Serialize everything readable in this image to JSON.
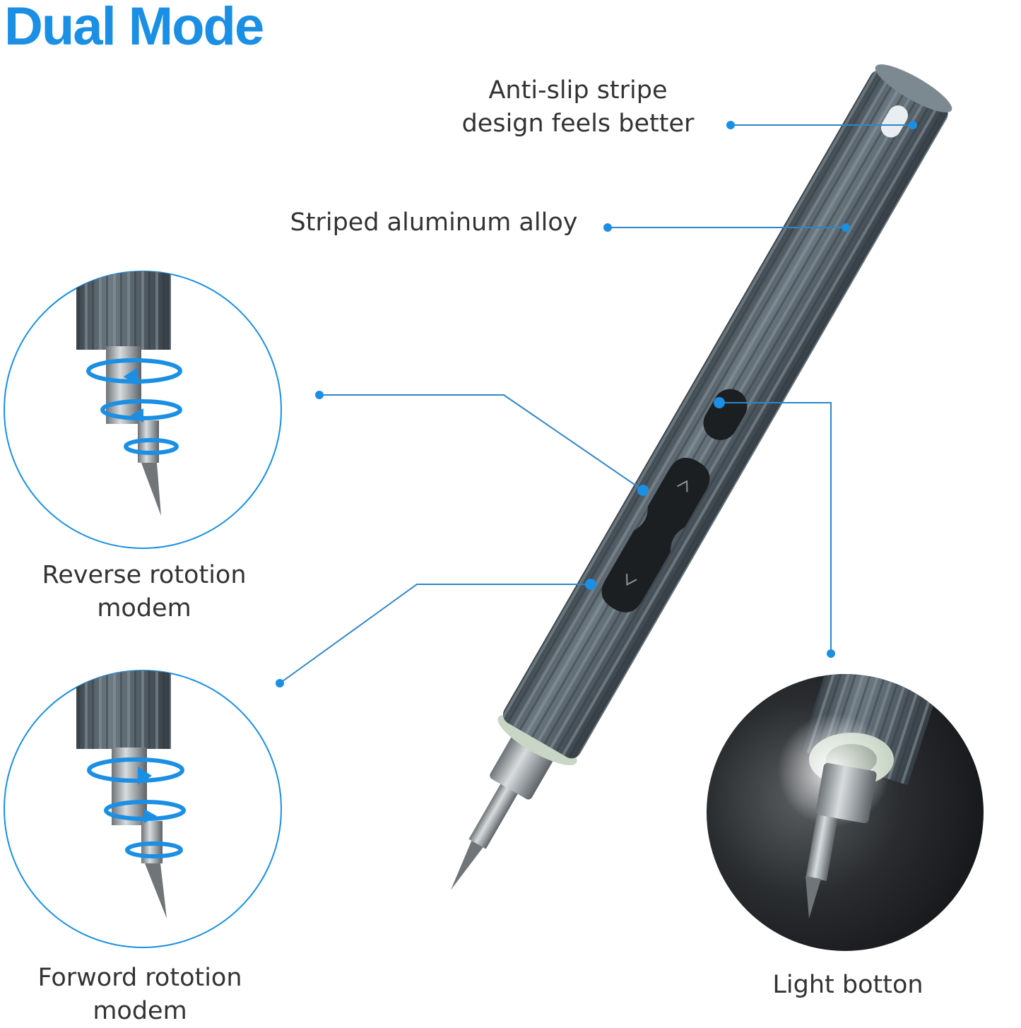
{
  "title": "Dual Mode",
  "callouts": {
    "anti_slip": [
      "Anti-slip stripe",
      "design feels better"
    ],
    "alloy": "Striped aluminum alloy",
    "reverse": [
      "Reverse rototion",
      "modem"
    ],
    "forward": [
      "Forword rototion",
      "modem"
    ],
    "light": "Light botton"
  },
  "icons": [
    "screwdriver-icon",
    "rotation-arrow-icon",
    "led-light-icon"
  ],
  "colors": {
    "accent": "#1a8fe3",
    "callout_line": "#2f86c6",
    "body_gray": "#5b666f",
    "text": "#333333"
  }
}
